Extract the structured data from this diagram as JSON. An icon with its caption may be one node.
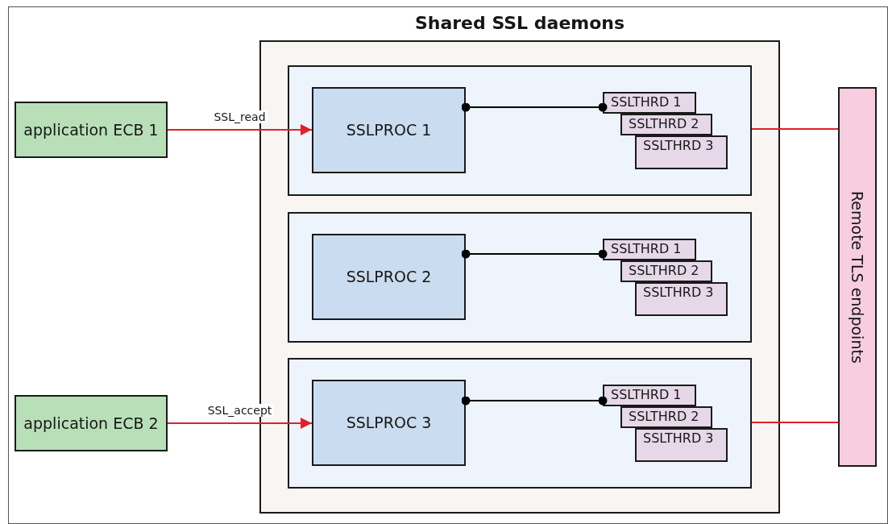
{
  "diagram": {
    "nodes": [
      {
        "text": [
          "application ECB 1"
        ]
      },
      {
        "text": [
          "application ECB 2"
        ]
      },
      {
        "text": [
          "Shared SSL daemons"
        ]
      },
      {
        "text": [],
        "shape": "box",
        "in": 2
      },
      {
        "text": [
          "SSLPROC 1"
        ],
        "in": 3
      },
      {
        "text": [
          "SSLTHRD 1"
        ],
        "in": 3
      },
      {
        "text": [
          "SSLTHRD 2"
        ],
        "in": 3
      },
      {
        "text": [
          "SSLTHRD 3"
        ],
        "in": 3
      },
      {
        "text": [],
        "shape": "box",
        "in": 2
      },
      {
        "text": [
          "SSLPROC 2"
        ],
        "in": 8
      },
      {
        "text": [
          "SSLTHRD 1"
        ],
        "in": 8
      },
      {
        "text": [
          "SSLTHRD 2"
        ],
        "in": 8
      },
      {
        "text": [
          "SSLTHRD 3"
        ],
        "in": 8
      },
      {
        "text": [],
        "shape": "box",
        "in": 2
      },
      {
        "text": [
          "SSLPROC 3"
        ],
        "in": 13
      },
      {
        "text": [
          "SSLTHRD 1"
        ],
        "in": 13
      },
      {
        "text": [
          "SSLTHRD 2"
        ],
        "in": 13
      },
      {
        "text": [
          "SSLTHRD 3"
        ],
        "in": 13
      },
      {
        "text": [
          "Remote TLS endpoints"
        ]
      }
    ],
    "edges": [
      {
        "from": 0,
        "to": 4,
        "arrow": "to",
        "label": "SSL_read"
      },
      {
        "from": 4,
        "to": 5,
        "arrow": "other",
        "color": "#000000"
      },
      {
        "from": 9,
        "to": 10,
        "arrow": "other",
        "color": "#000000"
      },
      {
        "from": 1,
        "to": 14,
        "arrow": "to",
        "label": "SSL_accept"
      },
      {
        "from": 14,
        "to": 15,
        "arrow": "other",
        "color": "#000000"
      },
      {
        "from": 3,
        "to": 18,
        "arrow": "none"
      },
      {
        "from": 13,
        "to": 18,
        "arrow": "none"
      }
    ]
  }
}
